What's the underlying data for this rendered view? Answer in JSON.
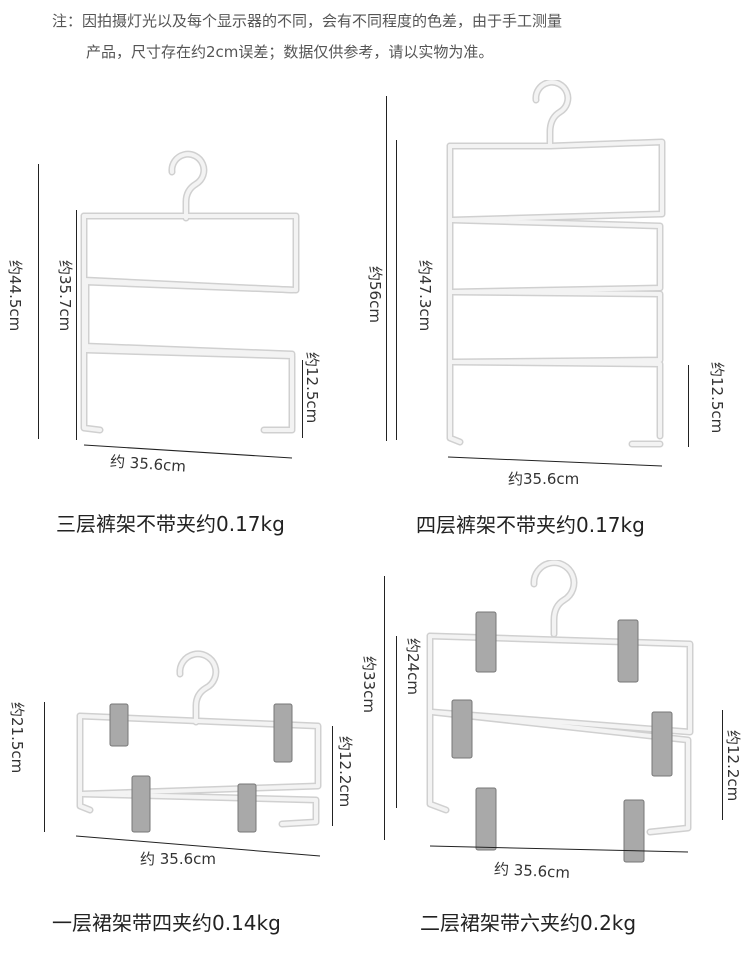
{
  "note": {
    "line1": "注：因拍摄灯光以及每个显示器的不同，会有不同程度的色差，由于手工测量",
    "line2": "产品，尺寸存在约2cm误差；数据仅供参考，请以实物为准。"
  },
  "products": [
    {
      "caption": "三层裤架不带夹约0.17kg",
      "dims": {
        "total_height": "约44.5cm",
        "body_height": "约35.7cm",
        "bar_height": "约12.5cm",
        "width": "约 35.6cm"
      }
    },
    {
      "caption": "四层裤架不带夹约0.17kg",
      "dims": {
        "total_height": "约56cm",
        "body_height": "约47.3cm",
        "bar_height": "约12.5cm",
        "width": "约35.6cm"
      }
    },
    {
      "caption": "一层裙架带四夹约0.14kg",
      "dims": {
        "total_height": "约21.5cm",
        "bar_height": "约12.2cm",
        "width": "约 35.6cm"
      }
    },
    {
      "caption": "二层裙架带六夹约0.2kg",
      "dims": {
        "total_height": "约33cm",
        "body_height": "约24cm",
        "bar_height": "约12.2cm",
        "width": "约 35.6cm"
      }
    }
  ],
  "colors": {
    "frame": "#f1f1f1",
    "frame_edge": "#cfcfcf",
    "clip": "#a9a9a9"
  }
}
